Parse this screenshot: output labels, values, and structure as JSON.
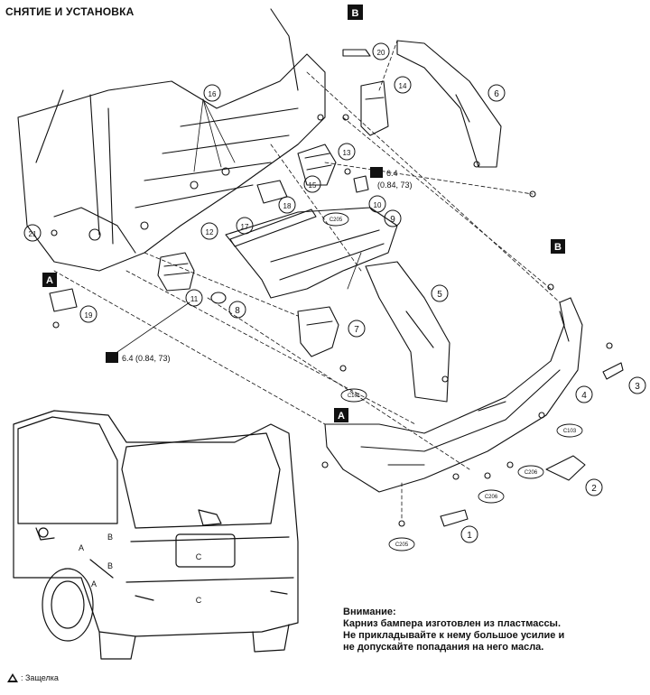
{
  "title": "СНЯТИЕ И УСТАНОВКА",
  "callouts": [
    "1",
    "2",
    "3",
    "4",
    "5",
    "6",
    "7",
    "8",
    "9",
    "10",
    "11",
    "12",
    "13",
    "14",
    "15",
    "16",
    "17",
    "18",
    "19",
    "20",
    "21"
  ],
  "markers": {
    "A": "A",
    "B": "B",
    "C": "C"
  },
  "torque_label_right": "6.4",
  "torque_sub_right": "(0.84, 73)",
  "torque_label_left": "6.4 (0.84, 73)",
  "clip_labels": {
    "c205": "C205",
    "c101": "C101",
    "c103": "C103",
    "c206": "C206"
  },
  "note": {
    "heading": "Внимание:",
    "lines": [
      "Карниз бампера изготовлен из пластмассы.",
      "Не прикладывайте к нему большое усилие и",
      "не допускайте попадания на него масла."
    ]
  },
  "legend": {
    "text": ": Защелка"
  }
}
